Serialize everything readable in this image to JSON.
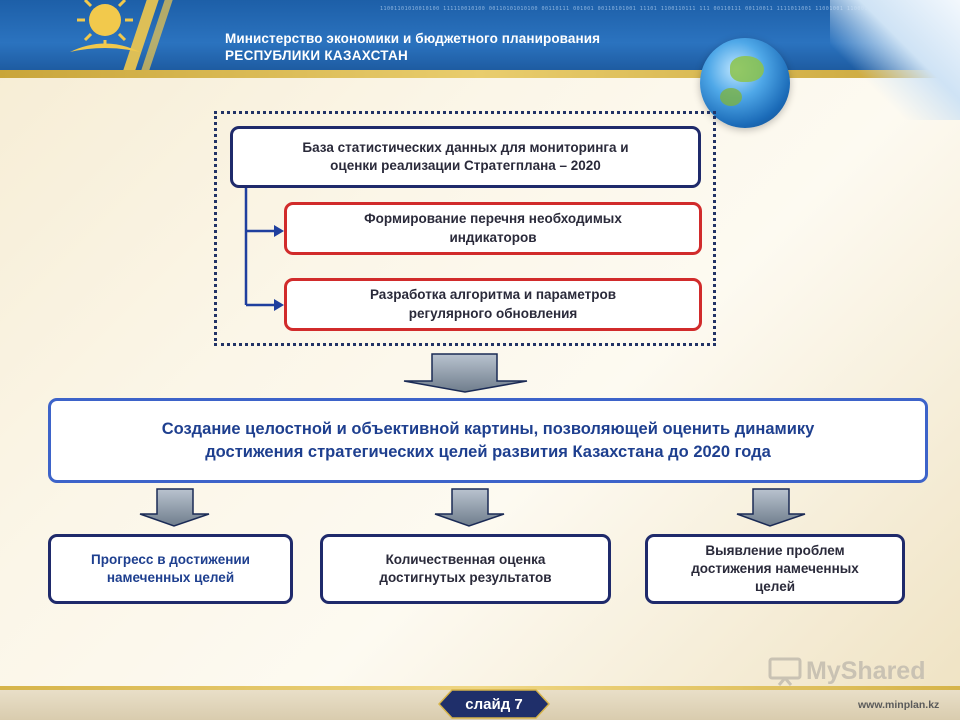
{
  "header": {
    "title_line1": "Министерство экономики и бюджетного планирования",
    "title_line2": "РЕСПУБЛИКИ КАЗАХСТАН",
    "binary_strip": "11001101010010100 111110010100 00110101010100 00110111 001001 00110101001 11101 1100110111 111 00110111 00110011 1111011001 11001001 11000111 11000110 1110",
    "colors": {
      "blue": "#1d5fa8",
      "gold": "#d6b44a"
    }
  },
  "diagram": {
    "top_box": {
      "line1": "База статистических данных для мониторинга и",
      "line2": "оценки реализации Стратегплана – 2020"
    },
    "sub_box_1": {
      "line1": "Формирование перечня необходимых",
      "line2": "индикаторов"
    },
    "sub_box_2": {
      "line1": "Разработка алгоритма и параметров",
      "line2": "регулярного обновления"
    },
    "main_box": {
      "line1": "Создание целостной и объективной картины, позволяющей оценить динамику",
      "line2": "достижения стратегических целей развития Казахстана до 2020 года"
    },
    "result_left": {
      "line1": "Прогресс в достижении",
      "line2": "намеченных целей"
    },
    "result_center": {
      "line1": "Количественная оценка",
      "line2": "достигнутых результатов"
    },
    "result_right": {
      "line1": "Выявление проблем",
      "line2": "достижения намеченных",
      "line3": "целей"
    },
    "colors": {
      "navy": "#1f2a6b",
      "red": "#d12b2b",
      "blue": "#3d63c9"
    }
  },
  "watermark": {
    "text": "MyShared"
  },
  "footer": {
    "slide_label": "слайд 7",
    "site": "www.minplan.kz"
  }
}
